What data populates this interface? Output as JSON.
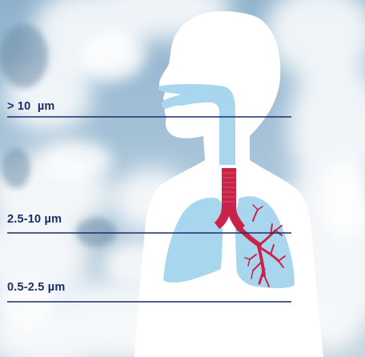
{
  "particle_labels": {
    "coarse": "> 10  µm",
    "fine": "2.5-10 µm",
    "ultrafine": "0.5-2.5 µm"
  },
  "colors": {
    "sky": "#9ebdd3",
    "cloud": "#ffffff",
    "silhouette": "#ffffff",
    "airway_upper": "#a8d6ee",
    "lungs": "#a8d6ee",
    "trachea": "#c8244a",
    "bronchi": "#c8244a",
    "depth_lines": "#1b2d6b",
    "label_text": "#1b2d6b"
  }
}
